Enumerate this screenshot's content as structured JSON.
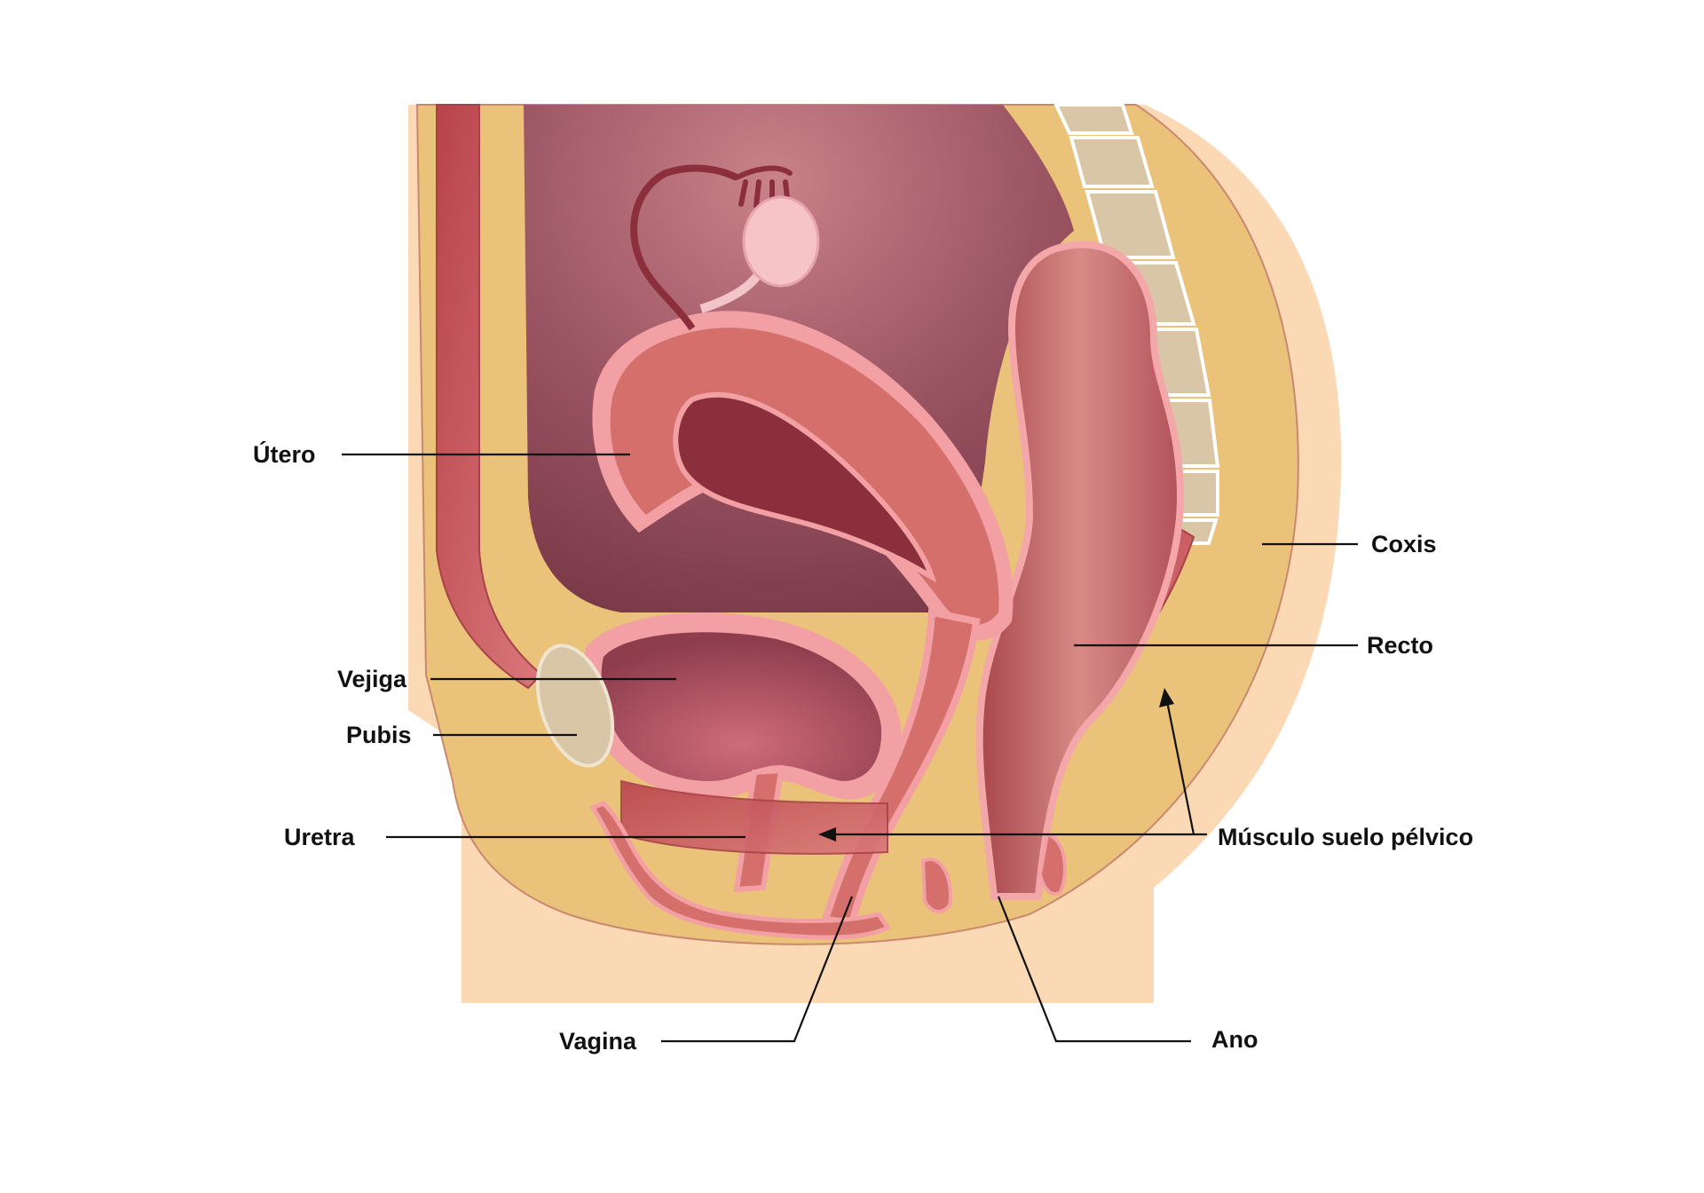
{
  "labels": {
    "utero": "Útero",
    "vejiga": "Vejiga",
    "pubis": "Pubis",
    "uretra": "Uretra",
    "vagina": "Vagina",
    "coxis": "Coxis",
    "recto": "Recto",
    "musculo": "Músculo suelo pélvico",
    "ano": "Ano"
  },
  "colors": {
    "skin": "#fbd9b4",
    "fat": "#ebc27a",
    "cavity": "#9b5462",
    "uterus": "#d46f6b",
    "uterus_rim": "#f2a0a4",
    "bladder_fill": "#a24a58",
    "bone": "#d9c6a6",
    "rectum": "#b8555a",
    "muscle": "#c34e55"
  }
}
